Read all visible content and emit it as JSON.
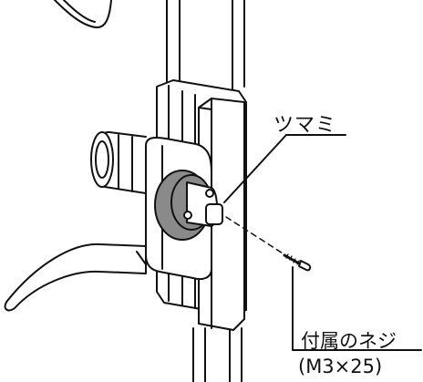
{
  "labels": {
    "knob": "ツマミ",
    "screw": "付属のネジ",
    "screw_size": "(M3×25)"
  },
  "colors": {
    "line": "#111111",
    "knob_gray": "#8a8a8a",
    "background": "#ffffff"
  }
}
